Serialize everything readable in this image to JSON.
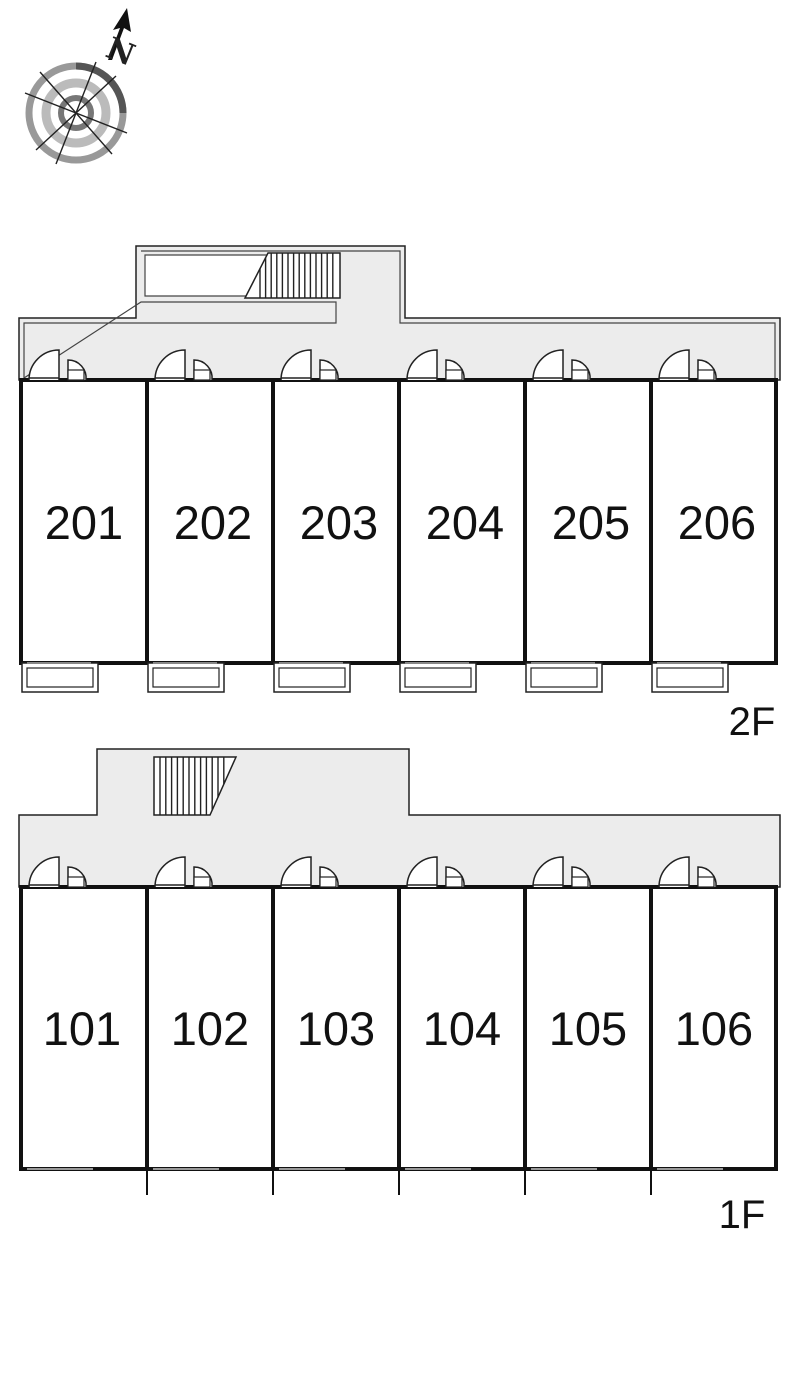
{
  "compass": {
    "label": "N",
    "icon": "north-arrow-compass-icon"
  },
  "floors": [
    {
      "id": "2F",
      "label": "2F",
      "units": [
        "201",
        "202",
        "203",
        "204",
        "205",
        "206"
      ]
    },
    {
      "id": "1F",
      "label": "1F",
      "units": [
        "101",
        "102",
        "103",
        "104",
        "105",
        "106"
      ]
    }
  ],
  "colors": {
    "corridor": "#ececec",
    "wall": "#111111",
    "line": "#333333"
  }
}
